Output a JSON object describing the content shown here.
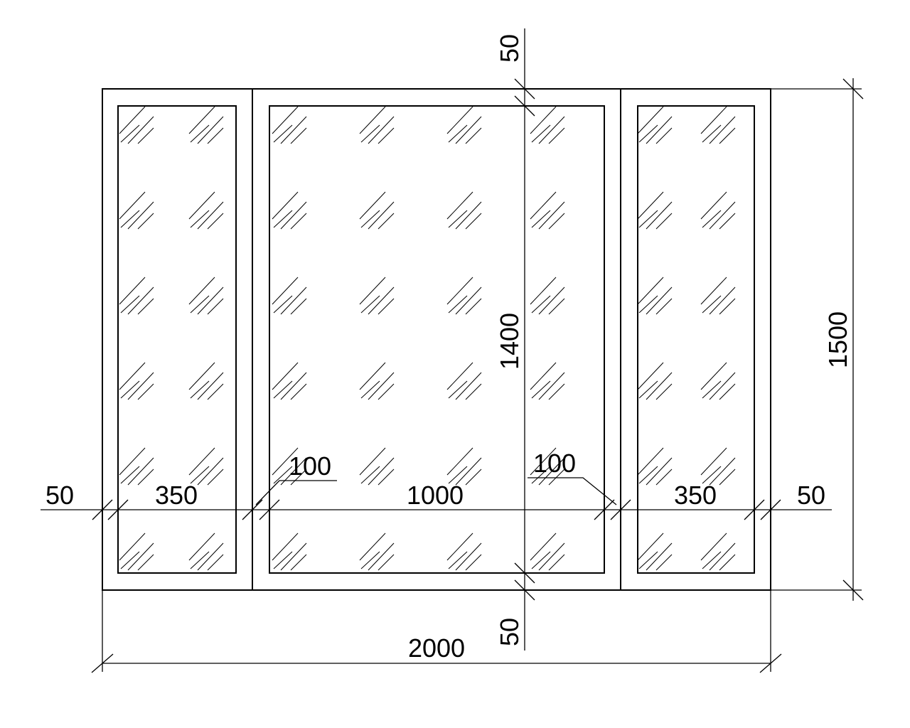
{
  "colors": {
    "line": "#000000",
    "background": "#ffffff"
  },
  "dimensions": {
    "overall_width": "2000",
    "overall_height": "1500",
    "glass_height": "1400",
    "top_frame": "50",
    "bottom_frame": "50",
    "left_frame": "50",
    "right_frame": "50",
    "left_pane": "350",
    "center_pane": "1000",
    "right_pane": "350",
    "left_mullion": "100",
    "right_mullion": "100"
  }
}
